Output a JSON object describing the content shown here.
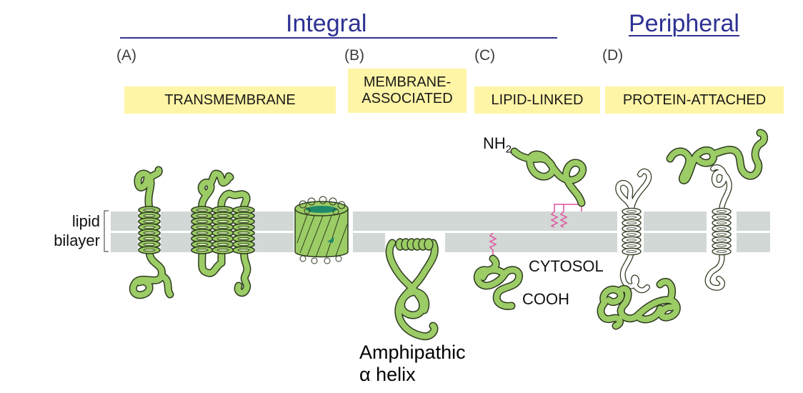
{
  "headings": {
    "integral": "Integral",
    "peripheral": "Peripheral"
  },
  "categories": [
    {
      "letter": "(A)",
      "tag": "TRANSMEMBRANE"
    },
    {
      "letter": "(B)",
      "tag_line1": "MEMBRANE-",
      "tag_line2": "ASSOCIATED"
    },
    {
      "letter": "(C)",
      "tag": "LIPID-LINKED"
    },
    {
      "letter": "(D)",
      "tag": "PROTEIN-ATTACHED"
    }
  ],
  "labels": {
    "lipid_bilayer_line1": "lipid",
    "lipid_bilayer_line2": "bilayer",
    "nh2": "NH",
    "nh2_sub": "2",
    "cytosol": "CYTOSOL",
    "cooh": "COOH",
    "amphipathic_line1": "Amphipathic",
    "amphipathic_line2": "α helix"
  },
  "colors": {
    "heading": "#2e3192",
    "tag_background": "#fff5a6",
    "protein_green": "#9ccc65",
    "protein_outline": "#2d3a1f",
    "membrane_gray": "#d2d8d6",
    "lipid_anchor_pink": "#e0529c",
    "barrel_dark_teal": "#1f8a6a"
  }
}
